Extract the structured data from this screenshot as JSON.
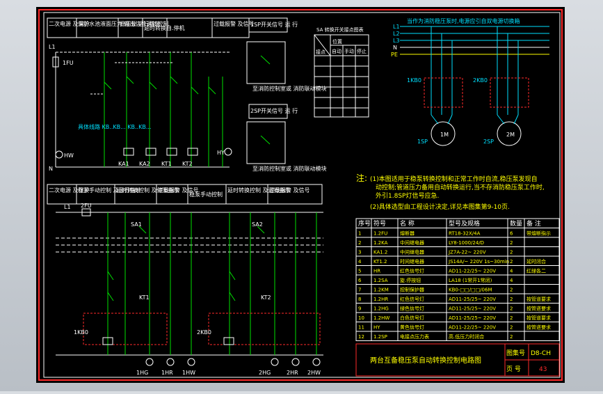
{
  "drawing": {
    "title": "两台互备稳压泵自动转换控制电路图",
    "figure_no_label": "图集号",
    "figure_no": "D8-CH",
    "page_label": "页 号",
    "page_no": "43"
  },
  "top_headers": [
    "二次电源\n及保护",
    "消防水池液面压力\n输出信号运转控制",
    "稳压泵\n运行指示",
    "延时转换自.停机",
    "过载报警\n及信号",
    "1SP开关信号\n运 行",
    "2SP开关信号\n运 行"
  ],
  "bottom_headers": [
    "二次电源\n及保护",
    "稳泵手动控制\n及运行指示",
    "延时转换控制\n及停泵指示",
    "过载报警\n及信号",
    "稳泵手动控制",
    "延时转换控制\n及运行指示",
    "过载报警\n及信号"
  ],
  "notes": {
    "heading": "注:",
    "lines": [
      "(1)本图适用于稳泵转换控制和正常工作时自流,稳压泵发现自",
      "动控制;管道压力备用自动转换运行,当不存消防稳压泵工作时,",
      "外引1.8SP灯信号应急.",
      "(2)具体选型由工程设计决定,详见本图集第9-10页."
    ]
  },
  "table_headers": [
    "序号",
    "符号",
    "名  称",
    "型号及规格",
    "数量",
    "备  注"
  ],
  "table_rows": [
    [
      "1",
      "1.2FU",
      "熔断器",
      "RT18-32X/4A",
      "6",
      "带熔断指示"
    ],
    [
      "2",
      "1.2KA",
      "中间继电器",
      "LY8-1000/24/D",
      "2",
      ""
    ],
    [
      "3",
      "KA1.2",
      "中间继电器",
      "JZ7A-22~ 220V",
      "2",
      ""
    ],
    [
      "4",
      "KT1.2",
      "时间继电器",
      "JS14A/~ 220V 1s~30min",
      "2",
      "延时闭合"
    ],
    [
      "5",
      "HR",
      "红色信号灯",
      "AD11-22/25~ 220V",
      "4",
      "红绿各二"
    ],
    [
      "6",
      "1.2SA",
      "旋.停按钮",
      "LA18 (1常开1常闭)",
      "4",
      ""
    ],
    [
      "7",
      "1.2KM",
      "控制保护器",
      "KB0-□□/□□/06M",
      "2",
      ""
    ],
    [
      "8",
      "1.2HR",
      "红色信号灯",
      "AD11-25/25~ 220V",
      "2",
      "按管道要求"
    ],
    [
      "9",
      "1.2HG",
      "绿色信号灯",
      "AD11-25/25~ 220V",
      "2",
      "按管道要求"
    ],
    [
      "10",
      "1.2HW",
      "白色信号灯",
      "AD11-25/25~ 220V",
      "2",
      "按管道要求"
    ],
    [
      "11",
      "HY",
      "黄色信号灯",
      "AD11-22/25~ 220V",
      "2",
      "按管道要求"
    ],
    [
      "12",
      "1.2SP",
      "电接点压力表",
      "高.低压力时闭合",
      "2",
      ""
    ]
  ],
  "contact_table": {
    "title": "SA 转换开关接点图表",
    "header_pos": "位置",
    "header_contact": "接点",
    "header_cols": [
      "自动",
      "手动",
      "停止"
    ]
  },
  "power": {
    "header": "当作为消防稳压泵时,电源应引自双电源切换箱",
    "buses": [
      "L1",
      "L2",
      "L3",
      "N",
      "PE"
    ]
  },
  "labels": {
    "kb1": "1KB0",
    "kb2": "2KB0",
    "motor1": "1M",
    "motor2": "2M",
    "pump1": "1SP",
    "pump2": "2SP",
    "fuse_top": "1FU",
    "fuse_bot": "2FU",
    "l1_top": "L1",
    "n_top": "N",
    "l1_bot": "L1",
    "hw": "HW",
    "hy": "HY",
    "coils_top": [
      "KA1",
      "KA2",
      "KT1",
      "KT2"
    ],
    "relay_note": "具体线路\nKB..KB...\nKB..KB...",
    "sa1": "SA1",
    "sa2": "SA2",
    "kt1": "KT1",
    "kt2": "KT2",
    "fire_link_1": "至消防控制室或\n消防联动模块",
    "fire_link_2": "至消防控制室或\n消防联动模块",
    "kb1_lower": "1KB0",
    "kb2_lower": "2KB0",
    "bottom_lamps": [
      "1HG",
      "1HR",
      "1HW",
      "2HG",
      "2HR",
      "2HW"
    ]
  }
}
